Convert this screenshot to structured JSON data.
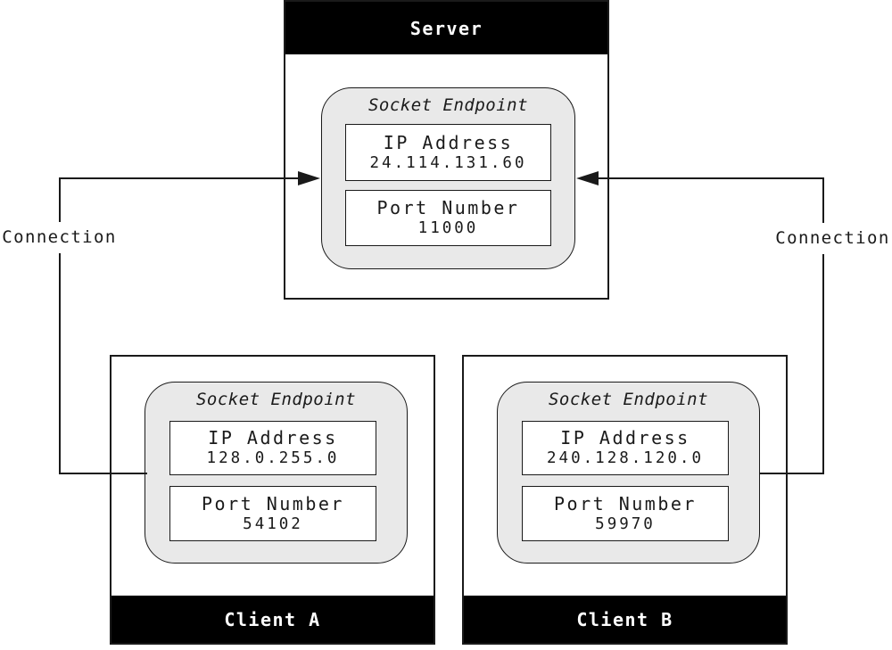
{
  "server": {
    "title": "Server",
    "endpoint": {
      "label": "Socket Endpoint",
      "ip_label": "IP Address",
      "ip_value": "24.114.131.60",
      "port_label": "Port Number",
      "port_value": "11000"
    }
  },
  "client_a": {
    "title": "Client A",
    "endpoint": {
      "label": "Socket Endpoint",
      "ip_label": "IP Address",
      "ip_value": "128.0.255.0",
      "port_label": "Port Number",
      "port_value": "54102"
    }
  },
  "client_b": {
    "title": "Client B",
    "endpoint": {
      "label": "Socket Endpoint",
      "ip_label": "IP Address",
      "ip_value": "240.128.120.0",
      "port_label": "Port Number",
      "port_value": "59970"
    }
  },
  "connections": {
    "left": {
      "label": "Connection"
    },
    "right": {
      "label": "Connection"
    }
  },
  "colors": {
    "endpoint_fill": "#e9e9e9",
    "line": "#1a1a1a",
    "bar_background": "#000000",
    "bar_text": "#ffffff",
    "background": "#ffffff"
  }
}
